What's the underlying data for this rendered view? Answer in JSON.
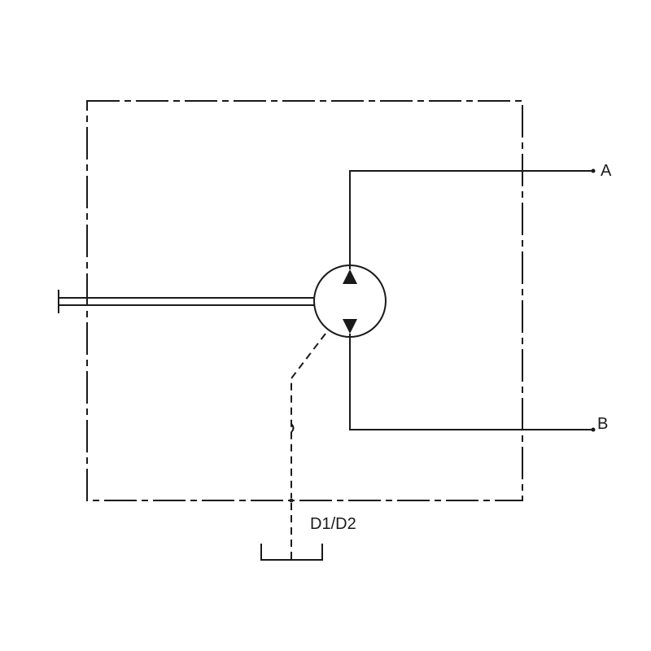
{
  "ports": {
    "a_label": "A",
    "b_label": "B",
    "drain_label": "D1/D2"
  },
  "colors": {
    "line": "#1a1a1a",
    "background": "#ffffff"
  }
}
